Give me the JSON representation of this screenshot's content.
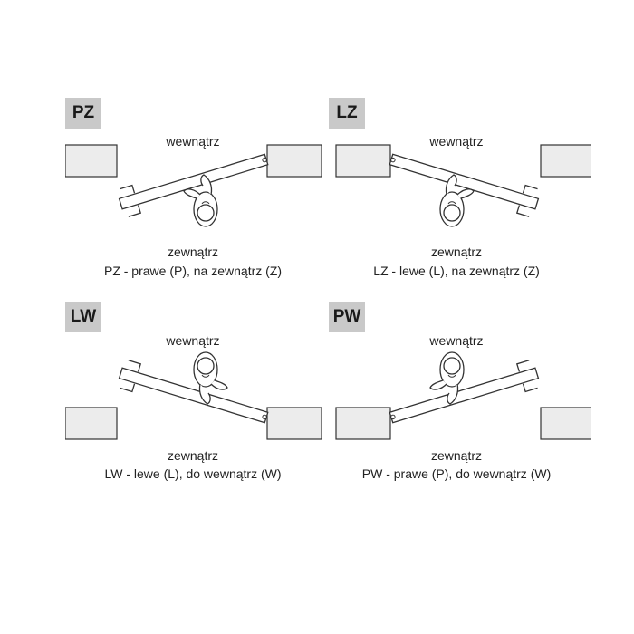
{
  "panels": [
    {
      "code": "PZ",
      "inner": "wewnątrz",
      "outer": "zewnątrz",
      "desc": "PZ - prawe (P), na zewnątrz (Z)"
    },
    {
      "code": "LZ",
      "inner": "wewnątrz",
      "outer": "zewnątrz",
      "desc": "LZ - lewe (L), na zewnątrz (Z)"
    },
    {
      "code": "LW",
      "inner": "wewnątrz",
      "outer": "zewnątrz",
      "desc": "LW - lewe (L), do wewnątrz (W)"
    },
    {
      "code": "PW",
      "inner": "wewnątrz",
      "outer": "zewnątrz",
      "desc": "PW - prawe (P), do wewnątrz (W)"
    }
  ],
  "colors": {
    "wall_fill": "#ececec",
    "stroke": "#333333",
    "badge": "#c9c9c9"
  }
}
